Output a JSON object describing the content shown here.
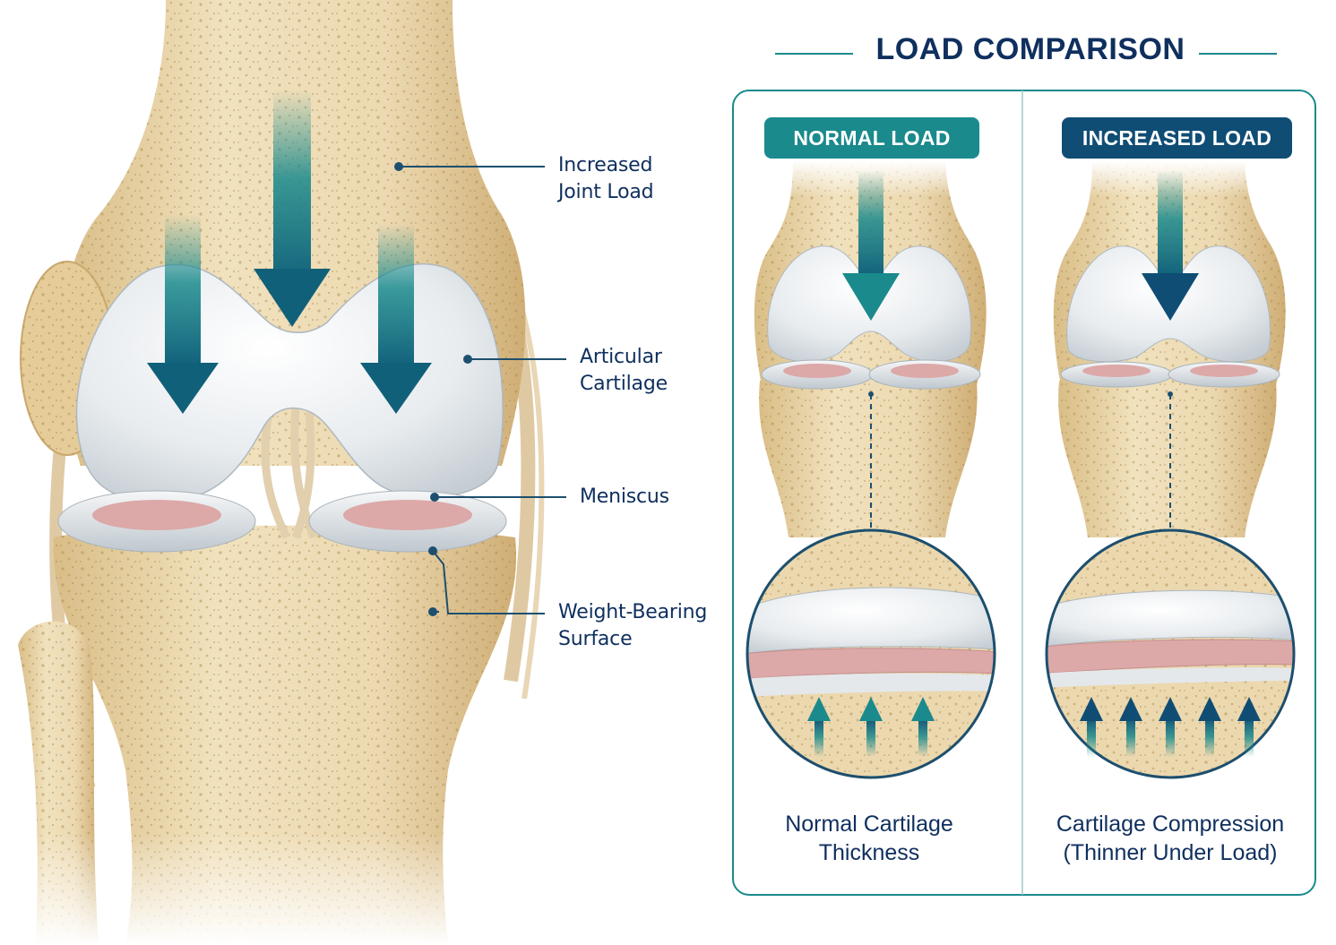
{
  "colors": {
    "bone": "#ead7ae",
    "bone_dark": "#cdb07a",
    "cartilage": "#e9ecef",
    "meniscus": "#dca8a8",
    "teal": "#1a8a8c",
    "navy": "#0f4d75",
    "text": "#0f2f5e"
  },
  "labels": {
    "joint_load": [
      "Increased",
      "Joint Load"
    ],
    "cartilage": [
      "Articular",
      "Cartilage"
    ],
    "meniscus": [
      "Meniscus"
    ],
    "surface": [
      "Weight-Bearing",
      "Surface"
    ]
  },
  "comparison": {
    "title": "LOAD COMPARISON",
    "normal": {
      "badge": "NORMAL LOAD",
      "caption": [
        "Normal Cartilage",
        "Thickness"
      ],
      "arrow_count": 3
    },
    "increased": {
      "badge": "INCREASED LOAD",
      "caption": [
        "Cartilage Compression",
        "(Thinner Under Load)"
      ],
      "arrow_count": 5
    }
  },
  "icons": {
    "load_arrow": "down-arrow-icon",
    "pressure_arrow": "up-arrow-icon"
  }
}
